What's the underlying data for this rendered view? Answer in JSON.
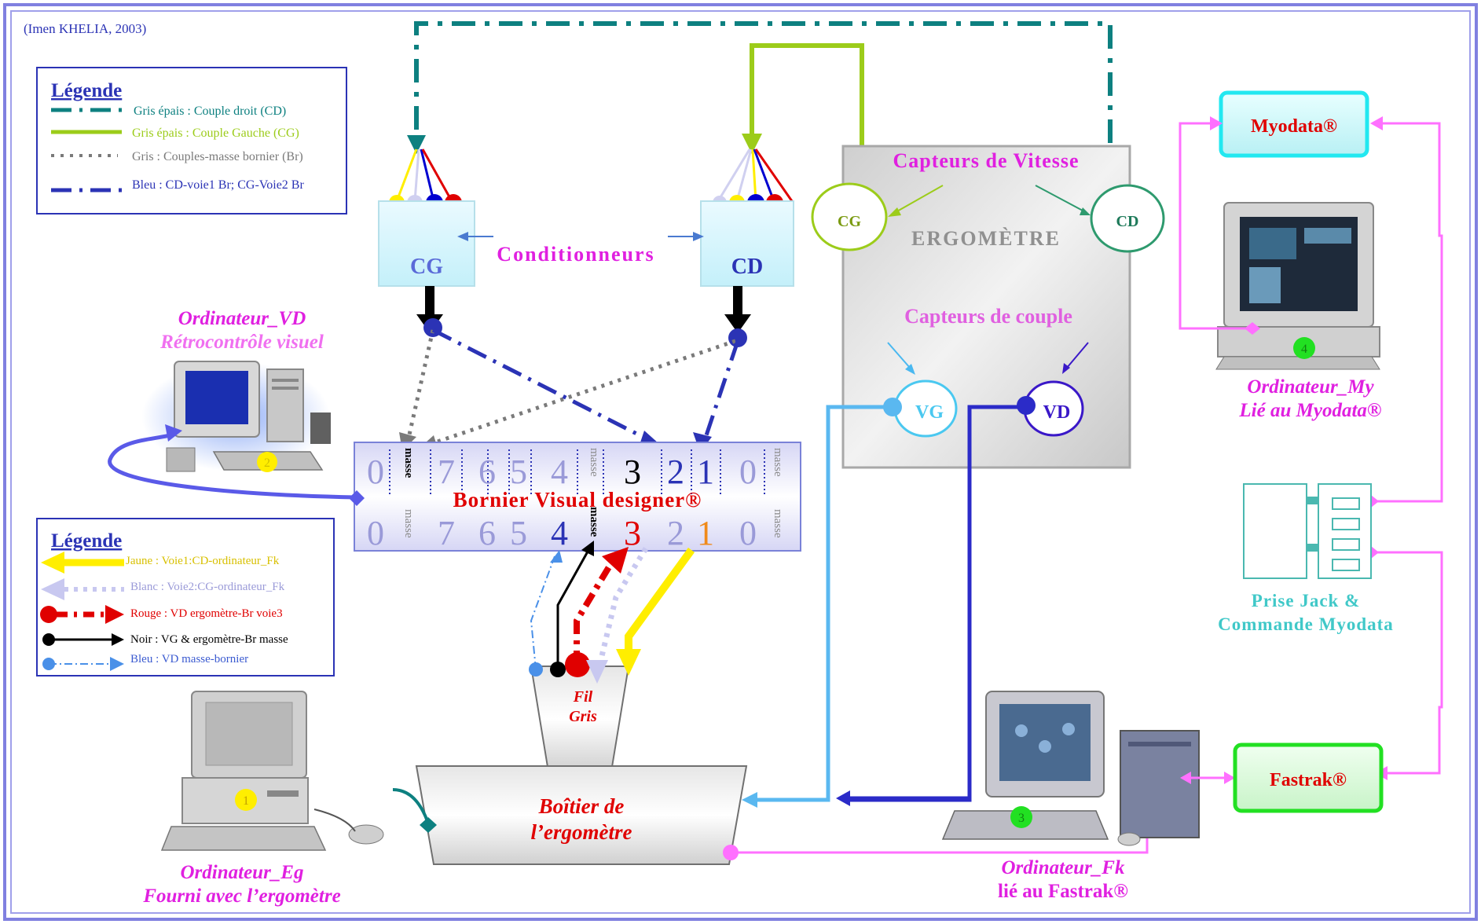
{
  "credit": "(Imen KHELIA, 2003)",
  "legend_top": {
    "title": "Légende",
    "items": [
      {
        "text": "Gris épais : Couple droit (CD)",
        "color": "#0d8080"
      },
      {
        "text": "Gris épais : Couple Gauche (CG)",
        "color": "#9ccc1a"
      },
      {
        "text": "Gris : Couples-masse bornier (Br)",
        "color": "#7a7a7a"
      },
      {
        "text": "Bleu : CD-voie1 Br; CG-Voie2 Br",
        "color": "#2b33b5"
      }
    ]
  },
  "legend_bottom": {
    "title": "Légende",
    "items": [
      {
        "text": "Jaune : Voie1:CD-ordinateur_Fk",
        "color": "#d8c000"
      },
      {
        "text": "Blanc : Voie2:CG-ordinateur_Fk",
        "color": "#9a9ad8"
      },
      {
        "text": "Rouge : VD ergomètre-Br voie3",
        "color": "#e00000"
      },
      {
        "text": "Noir : VG & ergomètre-Br masse",
        "color": "#000000"
      },
      {
        "text": "Bleu : VD masse-bornier",
        "color": "#3a5ad0"
      }
    ]
  },
  "conditioners": {
    "label": "Conditionneurs",
    "left": "CG",
    "right": "CD"
  },
  "ergometer": {
    "title": "ERGOMÈTRE",
    "speed_sensors": "Capteurs de Vitesse",
    "torque_sensors": "Capteurs de couple",
    "cg": "CG",
    "cd": "CD",
    "vg": "VG",
    "vd": "VD"
  },
  "bornier": {
    "label": "Bornier Visual designer®",
    "top_row": [
      "0",
      "masse",
      "7",
      "6",
      "5",
      "4",
      "masse",
      "3",
      "2",
      "1",
      "0",
      "masse"
    ],
    "bottom_row": [
      "0",
      "masse",
      "7",
      "6",
      "5",
      "4",
      "masse",
      "3",
      "2",
      "1",
      "0",
      "masse"
    ]
  },
  "fil_gris": {
    "line1": "Fil",
    "line2": "Gris"
  },
  "boitier": {
    "line1": "Boîtier de",
    "line2": "l’ergomètre"
  },
  "computers": {
    "vd": {
      "line1": "Ordinateur_VD",
      "line2": "Rétrocontrôle visuel",
      "number": "2"
    },
    "eg": {
      "line1": "Ordinateur_Eg",
      "line2": "Fourni avec l’ergomètre",
      "number": "1"
    },
    "fk": {
      "line1": "Ordinateur_Fk",
      "line2": "lié au Fastrak®",
      "number": "3"
    },
    "my": {
      "line1": "Ordinateur_My",
      "line2": "Lié au Myodata®",
      "number": "4"
    }
  },
  "myodata": "Myodata®",
  "fastrak": "Fastrak®",
  "prise_jack": {
    "line1": "Prise Jack &",
    "line2": "Commande Myodata"
  },
  "colors": {
    "frame": "#8080e0",
    "teal": "#0d8080",
    "lime": "#9ccc1a",
    "magenta": "#e020e0",
    "pink": "#ff70ff",
    "blue": "#2b33b5",
    "lightblue": "#5ab8f0",
    "red": "#e00000",
    "yellow": "#ffee00"
  }
}
